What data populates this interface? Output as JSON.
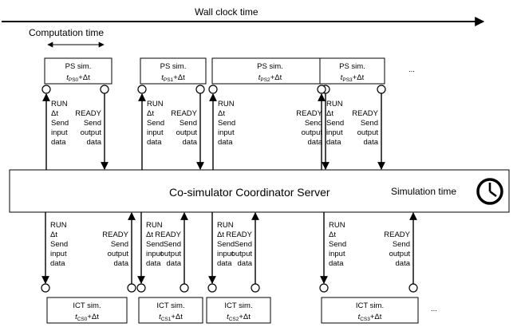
{
  "wall_clock_label": "Wall clock time",
  "computation_time_label": "Computation time",
  "server_label": "Co-simulator Coordinator Server",
  "simulation_time_label": "Simulation time",
  "ellipsis": "...",
  "ps_blocks": [
    {
      "title": "PS sim.",
      "sub": "PS0"
    },
    {
      "title": "PS sim.",
      "sub": "PS1"
    },
    {
      "title": "PS sim.",
      "sub": "PS2"
    },
    {
      "title": "PS sim.",
      "sub": "PS3"
    }
  ],
  "ict_blocks": [
    {
      "title": "ICT sim.",
      "sub": "CS0"
    },
    {
      "title": "ICT sim.",
      "sub": "CS1"
    },
    {
      "title": "ICT sim.",
      "sub": "CS2"
    },
    {
      "title": "ICT sim.",
      "sub": "CS3"
    }
  ],
  "time_var": "t",
  "delta_suffix": "+Δt",
  "run_lines": [
    "RUN",
    "Δt",
    "Send",
    "input",
    "data"
  ],
  "ready_lines": [
    "READY",
    "Send",
    "output",
    "data"
  ]
}
